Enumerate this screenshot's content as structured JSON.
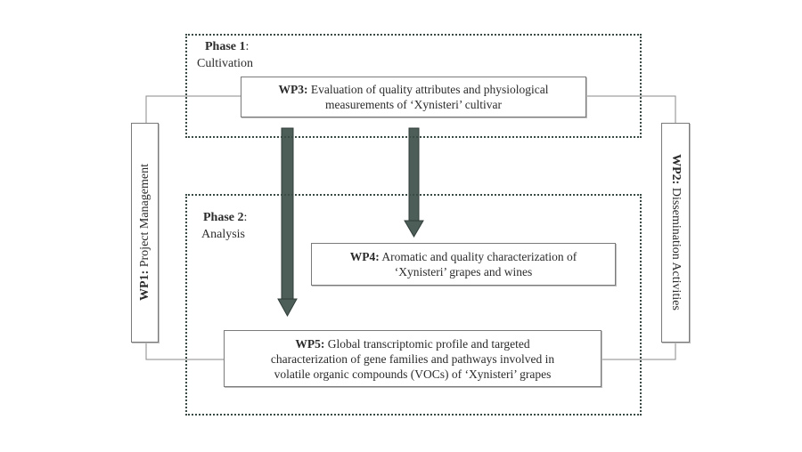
{
  "phases": {
    "phase1": {
      "title": "Phase 1",
      "sep": ":",
      "subtitle": "Cultivation"
    },
    "phase2": {
      "title": "Phase 2",
      "sep": ":",
      "subtitle": "Analysis"
    }
  },
  "work_packages": {
    "wp1": {
      "code": "WP1:",
      "text": " Project Management"
    },
    "wp2": {
      "code": "WP2:",
      "text": " Dissemination Activities"
    },
    "wp3": {
      "code": "WP3:",
      "line1": " Evaluation of quality attributes and physiological",
      "line2": "measurements of ‘Xynisteri’ cultivar"
    },
    "wp4": {
      "code": "WP4:",
      "line1": " Aromatic and quality characterization of",
      "line2": "‘Xynisteri’ grapes and wines"
    },
    "wp5": {
      "code": "WP5:",
      "line1": " Global transcriptomic profile and targeted",
      "line2": "characterization of gene families and pathways involved in",
      "line3": "volatile organic compounds (VOCs) of ‘Xynisteri’ grapes"
    }
  },
  "colors": {
    "arrow_fill": "#4c5e57",
    "arrow_stroke": "#2f3c37",
    "connector": "#8a8a8a",
    "dotted_border": "#3a4a44"
  }
}
